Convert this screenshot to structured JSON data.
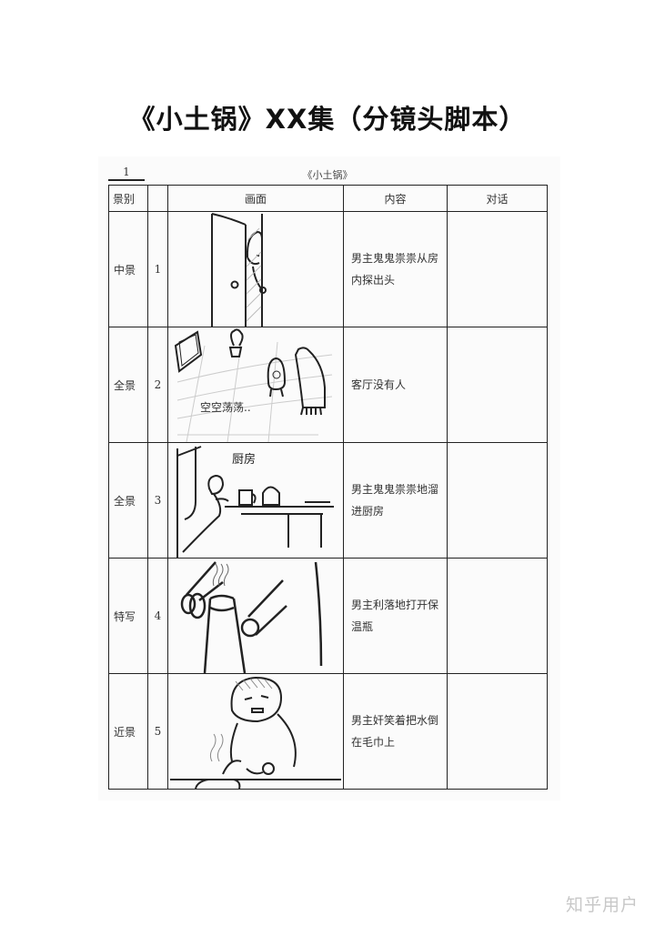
{
  "document": {
    "title": "《小土锅》XX集（分镜头脚本）",
    "page_number": "1",
    "subtitle": "《小土锅》"
  },
  "table": {
    "headers": {
      "shot_type": "景别",
      "shot_no": "",
      "picture": "画面",
      "content": "内容",
      "dialogue": "对话"
    },
    "rows": [
      {
        "shot_type": "中景",
        "shot_no": "1",
        "picture_icon": "door-peek-sketch",
        "content": "男主鬼鬼祟祟从房内探出头",
        "dialogue": ""
      },
      {
        "shot_type": "全景",
        "shot_no": "2",
        "picture_icon": "living-room-sketch",
        "picture_caption": "空空荡荡..",
        "content": "客厅没有人",
        "dialogue": ""
      },
      {
        "shot_type": "全景",
        "shot_no": "3",
        "picture_icon": "kitchen-sketch",
        "picture_caption": "厨房",
        "content": "男主鬼鬼祟祟地溜进厨房",
        "dialogue": ""
      },
      {
        "shot_type": "特写",
        "shot_no": "4",
        "picture_icon": "thermos-closeup-sketch",
        "content": "男主利落地打开保温瓶",
        "dialogue": ""
      },
      {
        "shot_type": "近景",
        "shot_no": "5",
        "picture_icon": "pouring-water-sketch",
        "content": "男主奸笑着把水倒在毛巾上",
        "dialogue": ""
      }
    ]
  },
  "watermark": "知乎用户"
}
